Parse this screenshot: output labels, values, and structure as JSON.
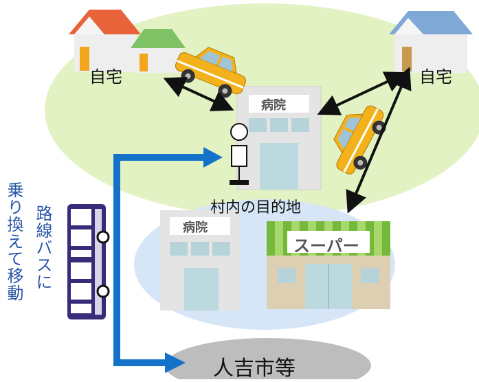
{
  "labels": {
    "home_left": "自宅",
    "home_right": "自宅",
    "hospital_sign_top": "病院",
    "hospital_sign_bottom": "病院",
    "supermarket_sign": "スーパー",
    "destination_in_village": "村内の目的地",
    "hitoyoshi_city": "人吉市等",
    "transfer_line1": "乗り換えて移動",
    "transfer_line2": "路線バスに"
  },
  "colors": {
    "village_area": "#e3f2c3",
    "destination_area": "#d6e6f7",
    "city_area": "#bdbdbd",
    "bus_route_arrow": "#1473c8",
    "taxi": "#f3b21b",
    "roof_red": "#e8623a",
    "roof_green": "#7fc266",
    "roof_blue": "#7fa8d6",
    "super_awning": "#76b83a",
    "bus_purple": "#3a2a7a",
    "vertical_text": "#2a55a8"
  },
  "icons": [
    "house-icon",
    "hospital-icon",
    "supermarket-icon",
    "taxi-icon",
    "bus-icon",
    "person-icon",
    "double-arrow-icon",
    "route-arrow-icon"
  ]
}
